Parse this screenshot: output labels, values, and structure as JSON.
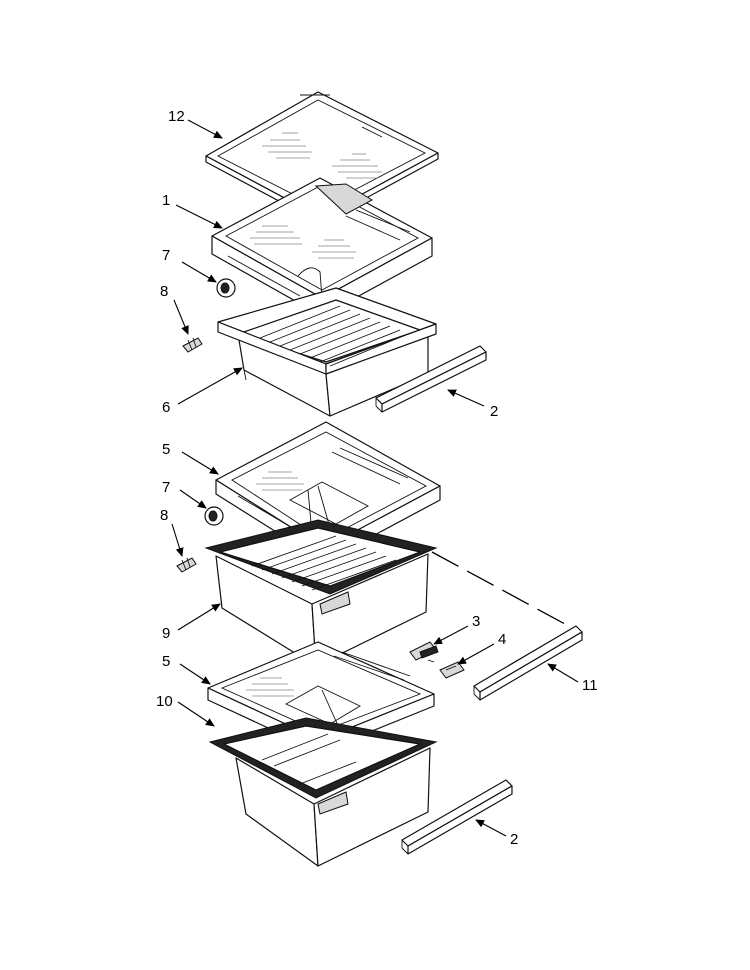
{
  "diagram": {
    "type": "exploded-parts-view",
    "callouts": [
      {
        "id": "c12",
        "label": "12"
      },
      {
        "id": "c1",
        "label": "1"
      },
      {
        "id": "c7a",
        "label": "7"
      },
      {
        "id": "c8a",
        "label": "8"
      },
      {
        "id": "c6",
        "label": "6"
      },
      {
        "id": "c2a",
        "label": "2"
      },
      {
        "id": "c5a",
        "label": "5"
      },
      {
        "id": "c7b",
        "label": "7"
      },
      {
        "id": "c8b",
        "label": "8"
      },
      {
        "id": "c9",
        "label": "9"
      },
      {
        "id": "c3",
        "label": "3"
      },
      {
        "id": "c4",
        "label": "4"
      },
      {
        "id": "c11",
        "label": "11"
      },
      {
        "id": "c5b",
        "label": "5"
      },
      {
        "id": "c10",
        "label": "10"
      },
      {
        "id": "c2b",
        "label": "2"
      }
    ],
    "colors": {
      "line": "#111111",
      "background": "#ffffff",
      "glass_hatch": "#888888"
    }
  }
}
